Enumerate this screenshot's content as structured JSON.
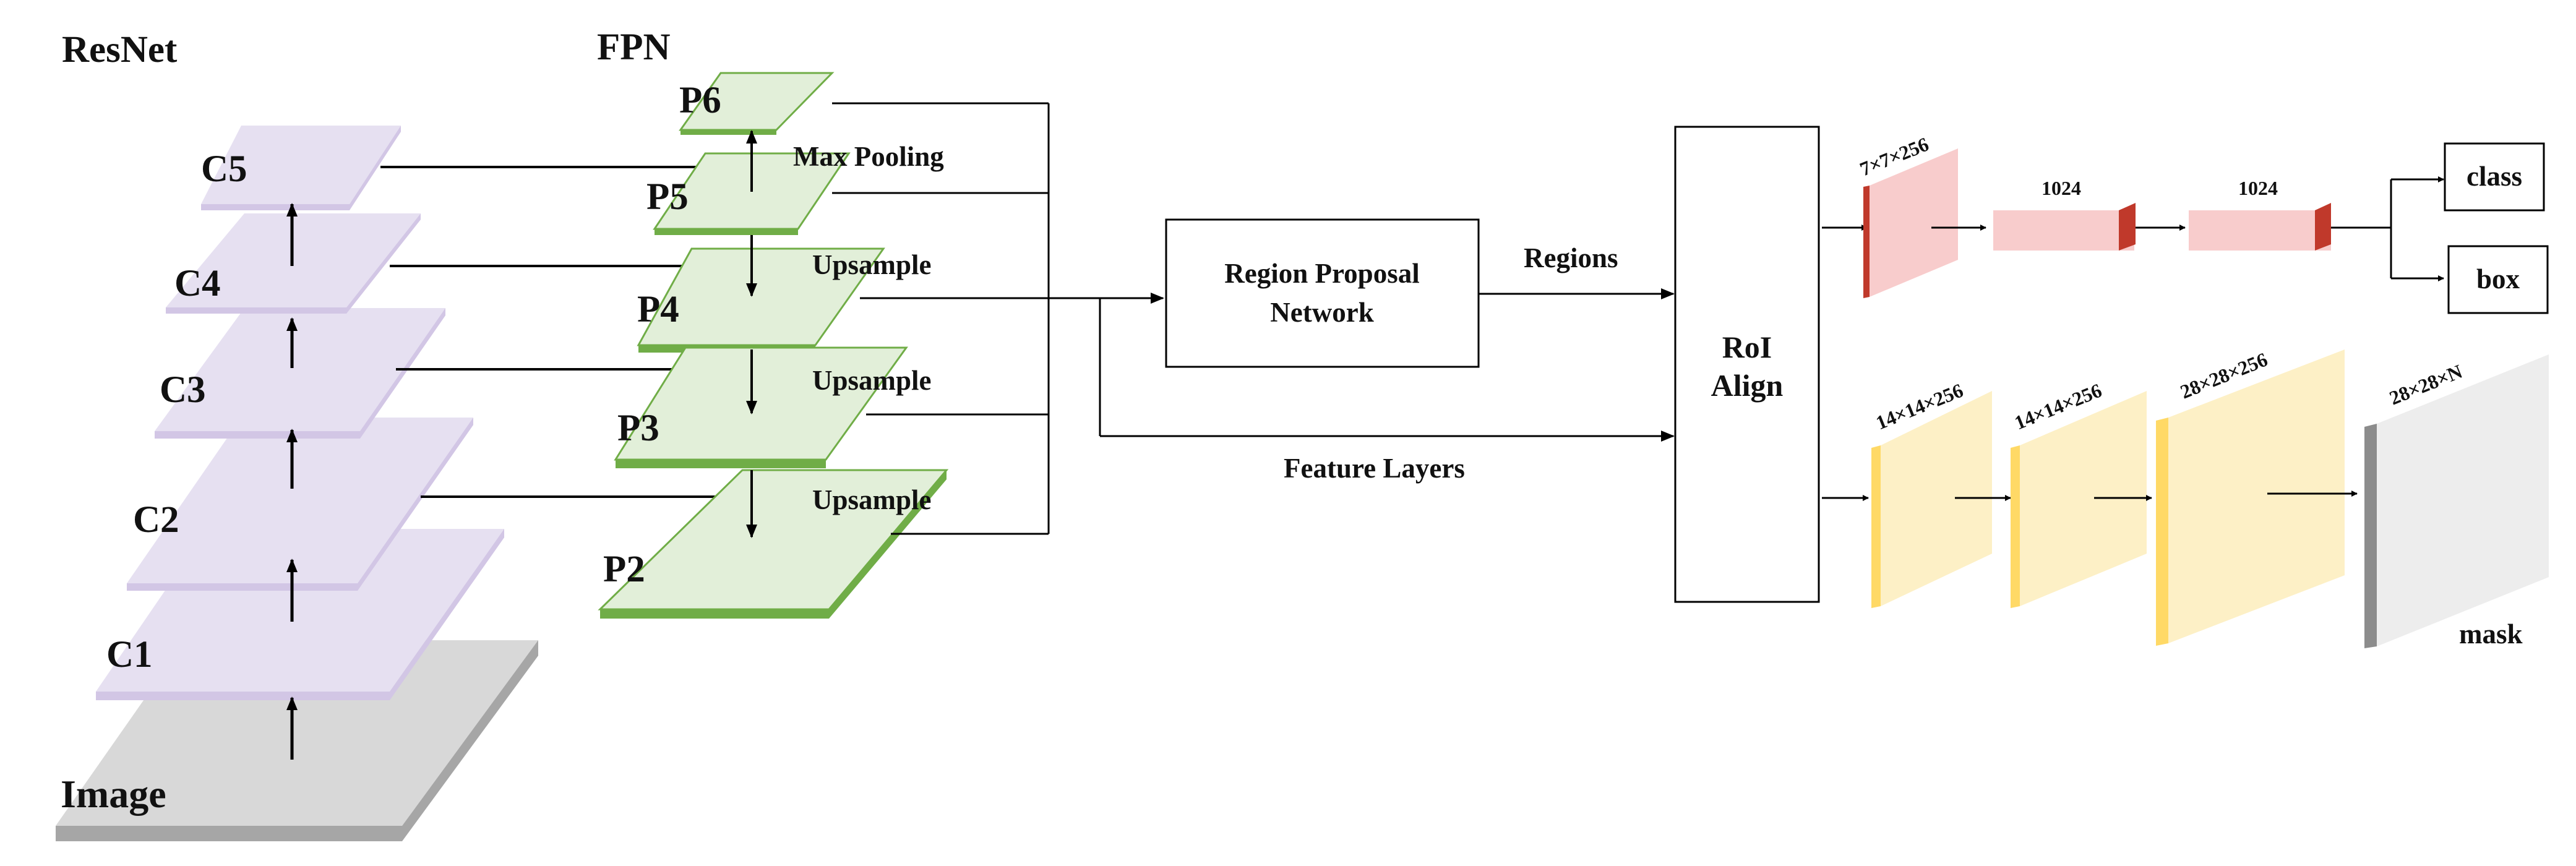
{
  "titles": {
    "resnet": "ResNet",
    "fpn": "FPN"
  },
  "resnet_layers": [
    "C5",
    "C4",
    "C3",
    "C2",
    "C1"
  ],
  "image_label": "Image",
  "fpn_levels": [
    "P6",
    "P5",
    "P4",
    "P3",
    "P2"
  ],
  "operations": {
    "max_pooling": "Max Pooling",
    "upsample_1": "Upsample",
    "upsample_2": "Upsample",
    "upsample_3": "Upsample"
  },
  "rpn": {
    "line1": "Region Proposal",
    "line2": "Network"
  },
  "edges": {
    "regions": "Regions",
    "feature_layers": "Feature Layers"
  },
  "roi": {
    "line1": "RoI",
    "line2": "Align"
  },
  "box_head": {
    "roi_feature": "7×7×256",
    "fc1": "1024",
    "fc2": "1024"
  },
  "mask_head": {
    "conv1": "14×14×256",
    "conv2": "14×14×256",
    "deconv": "28×28×256",
    "output": "28×28×N"
  },
  "outputs": {
    "class": "class",
    "box": "box",
    "mask": "mask"
  },
  "colors": {
    "resnet_face": "#e6e0f1",
    "resnet_edge": "#d2c6e5",
    "image_face": "#d8d8d8",
    "image_edge": "#a6a6a6",
    "fpn_face": "#e2efd9",
    "fpn_edge": "#70ad47",
    "box_face": "#f8cccc",
    "box_edge": "#c0392b",
    "mask_face": "#fdf0c6",
    "mask_edge": "#ffd966",
    "out_face": "#ededed",
    "out_edge": "#8c8c8c",
    "line": "#000000"
  }
}
